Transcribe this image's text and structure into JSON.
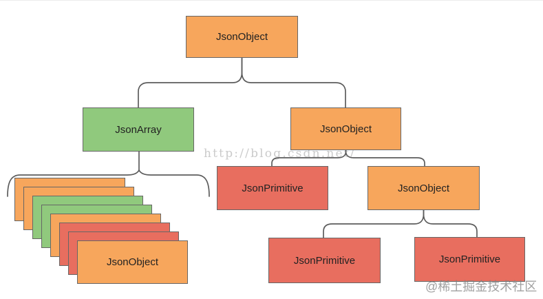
{
  "diagram": {
    "title_hint": "JSON element tree",
    "nodes": {
      "root": {
        "label": "JsonObject",
        "type": "object"
      },
      "array": {
        "label": "JsonArray",
        "type": "array"
      },
      "object2": {
        "label": "JsonObject",
        "type": "object"
      },
      "primitive1": {
        "label": "JsonPrimitive",
        "type": "primitive"
      },
      "object3": {
        "label": "JsonObject",
        "type": "object"
      },
      "primitive2": {
        "label": "JsonPrimitive",
        "type": "primitive"
      },
      "primitive3": {
        "label": "JsonPrimitive",
        "type": "primitive"
      }
    },
    "stack": {
      "cards": [
        "orange",
        "orange",
        "green",
        "green",
        "orange",
        "red",
        "red",
        "orange"
      ],
      "front_label": "JsonObject"
    }
  },
  "watermarks": {
    "csdn": "http://blog.csdn.net/",
    "juejin": "@稀土掘金技术社区"
  },
  "colors": {
    "orange": "#F7A65C",
    "green": "#90C97D",
    "red": "#E86E5F",
    "border": "#666666",
    "line": "#5c5c5c",
    "text": "#222222",
    "watermark": "#cbcbcb"
  }
}
